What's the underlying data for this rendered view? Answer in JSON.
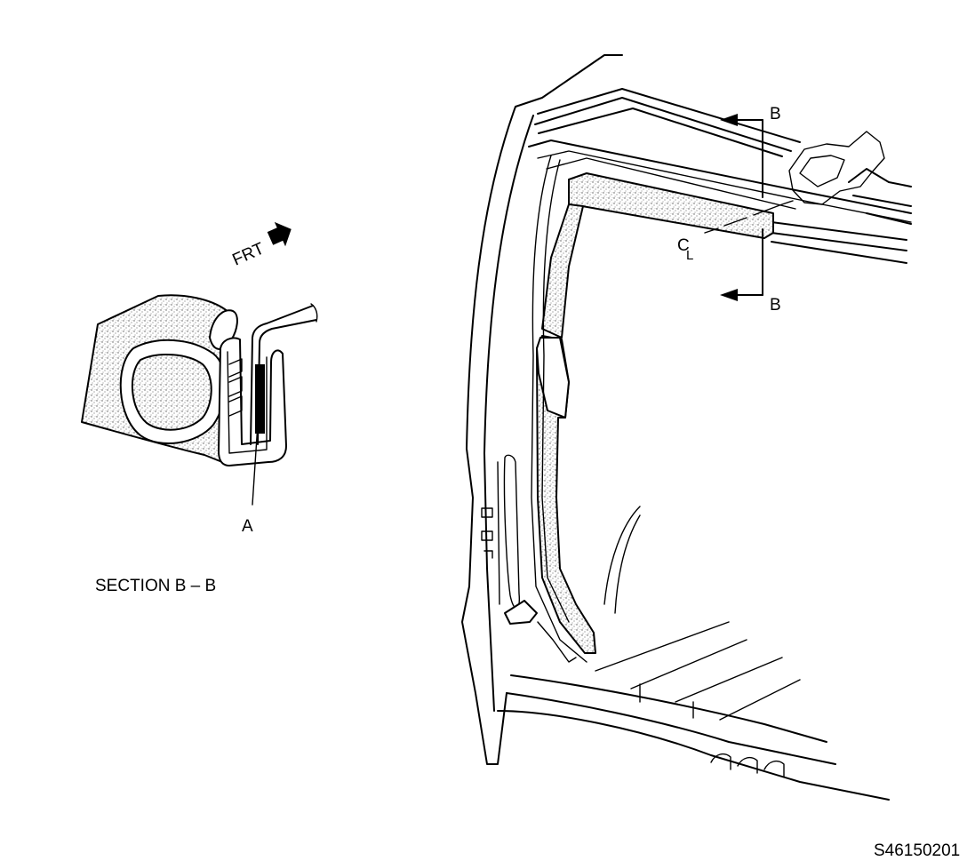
{
  "labels": {
    "frt": "FRT",
    "a": "A",
    "section": "SECTION B – B",
    "b_top": "B",
    "b_bottom": "B",
    "cl_c": "C",
    "cl_l": "L",
    "figure_id": "S46150201"
  },
  "icons": {
    "frt_arrow": "arrow-right-icon",
    "section_arrow": "arrow-left-icon"
  }
}
